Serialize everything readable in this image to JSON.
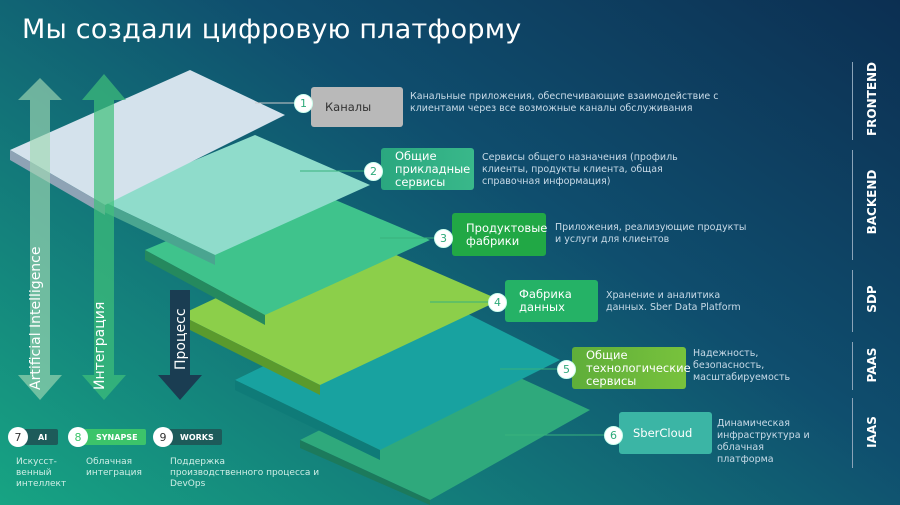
{
  "title": "Мы создали цифровую платформу",
  "layers": [
    {
      "num": "1",
      "label": "Каналы",
      "desc": "Канальные приложения,  обеспечивающие взаимодействие с клиентами через все возможные каналы обслуживания",
      "color": "#b9b9b9"
    },
    {
      "num": "2",
      "label": "Общие прикладные сервисы",
      "desc": "Сервисы общего назначения (профиль клиенты, продукты клиента,  общая справочная информация)",
      "color": "#2fae86"
    },
    {
      "num": "3",
      "label": "Продуктовые фабрики",
      "desc": "Приложения, реализующие продукты и услуги для клиентов",
      "color": "#21a845"
    },
    {
      "num": "4",
      "label": "Фабрика данных",
      "desc": "Хранение и аналитика данных. Sber Data Platform",
      "color": "#25b266"
    },
    {
      "num": "5",
      "label": "Общие технологические сервисы",
      "desc": "Надежность, безопасность, масштабируемость",
      "color": "#6bb83a"
    },
    {
      "num": "6",
      "label": "SberCloud",
      "desc": "Динамическая инфраструктура и облачная платформа",
      "color": "#3bb5a5"
    }
  ],
  "tiers": [
    "FRONTEND",
    "BACKEND",
    "SDP",
    "PAAS",
    "IAAS"
  ],
  "arrows": [
    "Artificial Intelligence",
    "Интеграция",
    "Процесс"
  ],
  "bottom": [
    {
      "num": "7",
      "label": "AI",
      "desc": "Искусст-венный интеллект",
      "color": "#1d5b5a"
    },
    {
      "num": "8",
      "label": "SYNAPSE",
      "desc": "Облачная интеграция",
      "color": "#3cc46a"
    },
    {
      "num": "9",
      "label": "WORKS",
      "desc": "Поддержка производственного процесса и DevOps",
      "color": "#1d5b5a"
    }
  ]
}
